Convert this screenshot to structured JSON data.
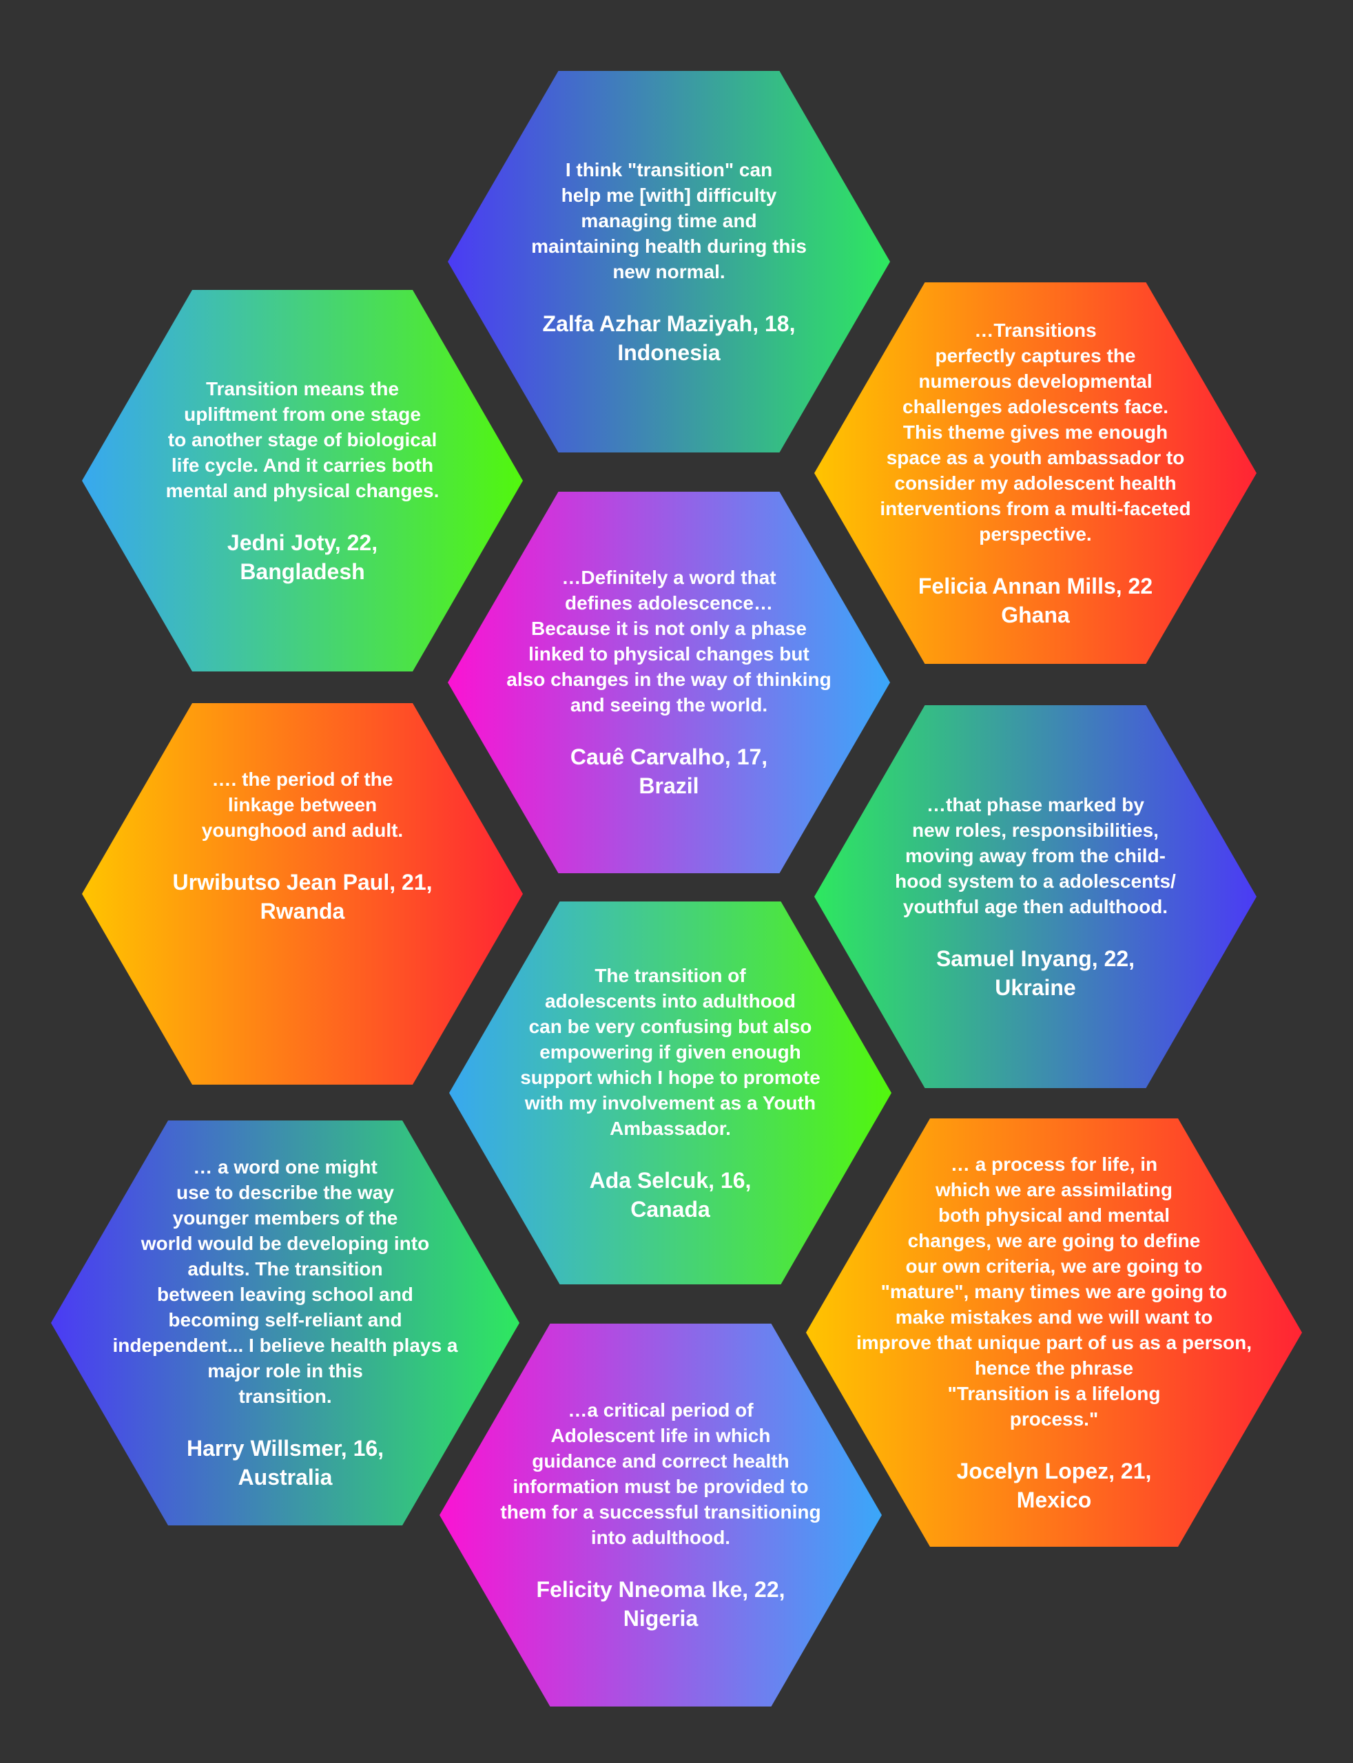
{
  "colors": {
    "background": "#333333",
    "text": "#ffffff",
    "gradient_blue_green": [
      "#4b3bf5",
      "#2ee85f"
    ],
    "gradient_teal_lime": [
      "#38a8f0",
      "#52f70d"
    ],
    "gradient_yellow_red": [
      "#ffc400",
      "#ff2434"
    ],
    "gradient_magenta_blue": [
      "#fb13d3",
      "#3aa7f9"
    ]
  },
  "cards": [
    {
      "gradient": "gradient_blue_green",
      "quote_lines": [
        "I think \"transition\" can",
        "help me [with] difficulty",
        "managing time and",
        "maintaining health during this",
        "new normal."
      ],
      "author_lines": [
        "Zalfa Azhar Maziyah, 18,",
        "Indonesia"
      ]
    },
    {
      "gradient": "gradient_teal_lime",
      "quote_lines": [
        "Transition means the",
        "upliftment from one stage",
        "to another stage of biological",
        "life cycle.  And it carries both",
        "mental and physical changes."
      ],
      "author_lines": [
        "Jedni Joty, 22,",
        "Bangladesh"
      ]
    },
    {
      "gradient": "gradient_yellow_red",
      "quote_lines": [
        "…Transitions",
        "perfectly captures the",
        "numerous developmental",
        "challenges adolescents face.",
        "This theme gives me enough",
        "space as a youth ambassador to",
        "consider my adolescent health",
        "interventions from a multi-faceted",
        "perspective."
      ],
      "author_lines": [
        "Felicia Annan Mills, 22",
        "Ghana"
      ]
    },
    {
      "gradient": "gradient_magenta_blue",
      "quote_lines": [
        "…Definitely a word that",
        "defines adolescence…",
        "Because it is not only a phase",
        "linked to physical changes but",
        "also changes in the way of thinking",
        "and seeing the world."
      ],
      "author_lines": [
        "Cauê Carvalho, 17,",
        "Brazil"
      ]
    },
    {
      "gradient": "gradient_yellow_red",
      "quote_lines": [
        "…. the period of the",
        "linkage between",
        "younghood and adult."
      ],
      "author_lines": [
        "Urwibutso Jean Paul, 21,",
        "Rwanda"
      ]
    },
    {
      "gradient": "gradient_green_blue",
      "quote_lines": [
        "…that phase marked by",
        "new roles, responsibilities,",
        "moving away from the child-",
        "hood system to a adolescents/",
        "youthful age then adulthood."
      ],
      "author_lines": [
        "Samuel Inyang, 22,",
        "Ukraine"
      ]
    },
    {
      "gradient": "gradient_teal_lime",
      "quote_lines": [
        "The transition of",
        "adolescents into adulthood",
        "can be very confusing but also",
        "empowering if given enough",
        "support which I hope to promote",
        "with my involvement as a Youth",
        "Ambassador."
      ],
      "author_lines": [
        "Ada Selcuk, 16,",
        "Canada"
      ]
    },
    {
      "gradient": "gradient_blue_green",
      "quote_lines": [
        "… a word one might",
        "use to describe the way",
        "younger members of the",
        "world would be developing into",
        "adults. The transition",
        "between leaving school and",
        "becoming self-reliant and",
        "independent... I believe health plays a",
        "major role in this",
        "transition."
      ],
      "author_lines": [
        "Harry Willsmer, 16,",
        "Australia"
      ]
    },
    {
      "gradient": "gradient_yellow_red",
      "quote_lines": [
        "… a process for life, in",
        "which we are assimilating",
        "both physical and mental",
        "changes, we are going to define",
        "our own criteria, we are going to",
        "\"mature\", many times we are going to",
        "make mistakes and we will want to",
        "improve that unique part of us as a person,",
        "hence the phrase",
        "\"Transition is a lifelong",
        "process.\""
      ],
      "author_lines": [
        "Jocelyn Lopez, 21,",
        "Mexico"
      ]
    },
    {
      "gradient": "gradient_magenta_blue",
      "quote_lines": [
        "…a critical period of",
        "Adolescent life in which",
        "guidance and correct health",
        "information must be provided to",
        "them for a successful transitioning",
        "into adulthood."
      ],
      "author_lines": [
        "Felicity Nneoma Ike, 22,",
        "Nigeria"
      ]
    }
  ]
}
